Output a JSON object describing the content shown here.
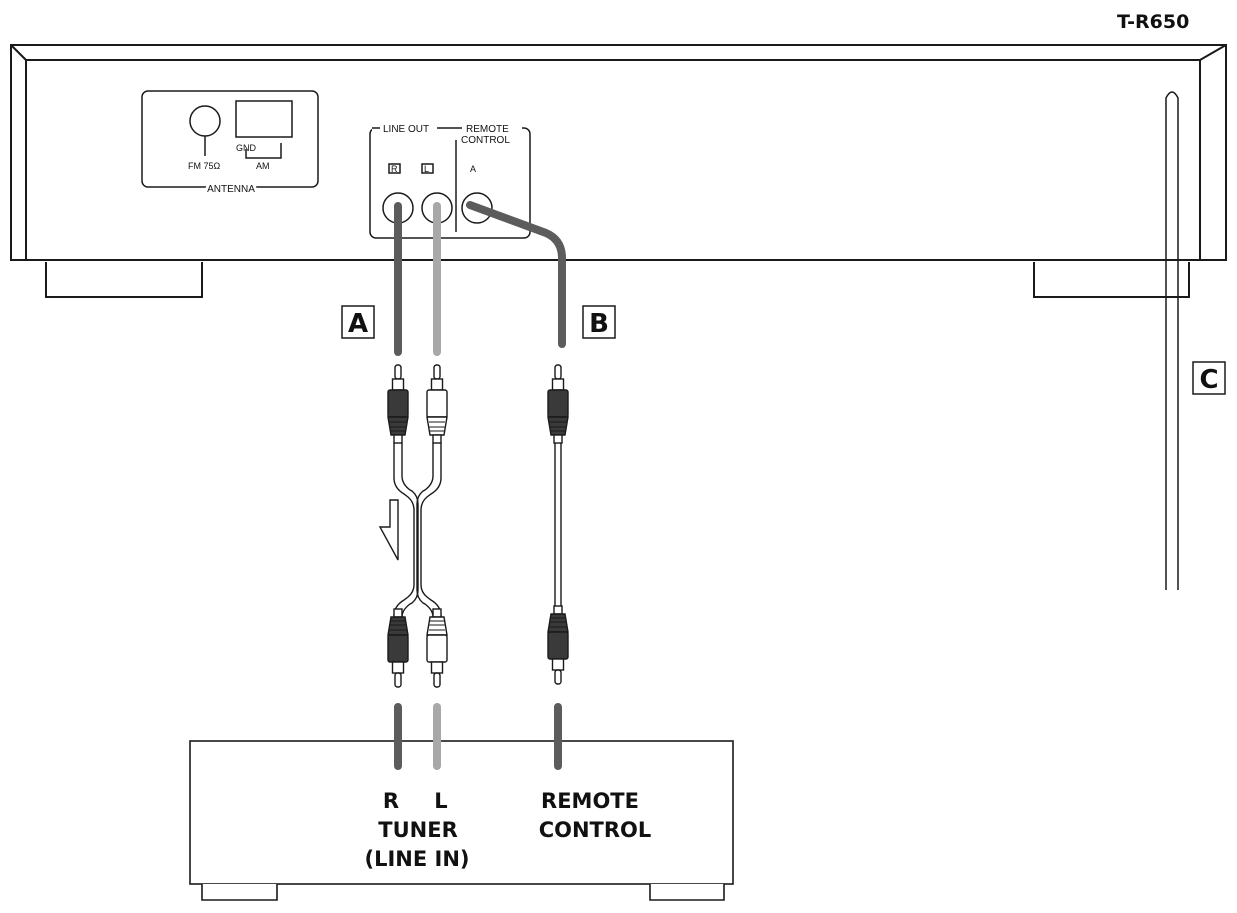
{
  "model": "T-R650",
  "antenna": {
    "fm_label": "FM 75Ω",
    "gnd_label": "GND",
    "am_label": "AM",
    "section_label": "ANTENNA"
  },
  "outputs": {
    "line_out_label": "LINE OUT",
    "remote_label_line1": "REMOTE",
    "remote_label_line2": "CONTROL",
    "jack_r": "R",
    "jack_l": "L",
    "jack_a": "A"
  },
  "callouts": {
    "a": "A",
    "b": "B",
    "c": "C"
  },
  "target_device": {
    "r_label": "R",
    "l_label": "L",
    "tuner_label": "TUNER",
    "line_in_label": "(LINE IN)",
    "remote_line1": "REMOTE",
    "remote_line2": "CONTROL"
  },
  "colors": {
    "outline": "#1a1a1a",
    "cable_dark": "#5c5c5c",
    "cable_light": "#a8a8a8",
    "plug_dark": "#3a3a3a"
  }
}
